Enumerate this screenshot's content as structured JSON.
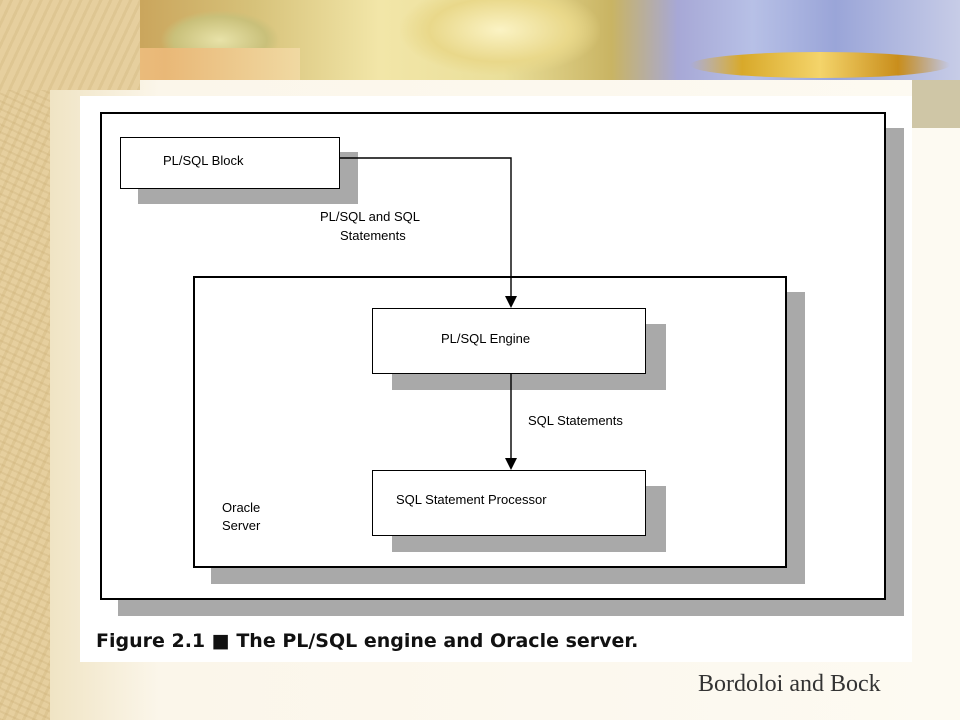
{
  "diagram": {
    "nodes": {
      "plsql_block": "PL/SQL Block",
      "plsql_engine": "PL/SQL Engine",
      "sql_processor": "SQL Statement Processor"
    },
    "container_label_line1": "Oracle",
    "container_label_line2": "Server",
    "edges": [
      {
        "from": "plsql_block",
        "to": "plsql_engine",
        "label_line1": "PL/SQL and SQL",
        "label_line2": "Statements"
      },
      {
        "from": "plsql_engine",
        "to": "sql_processor",
        "label_line1": "SQL Statements"
      }
    ],
    "caption": "Figure 2.1 ■ The PL/SQL engine and Oracle server."
  },
  "credit": "Bordoloi and Bock",
  "colors": {
    "parchment": "#e6cf9e",
    "shadow": "#a9a9a9",
    "ink": "#000000"
  }
}
